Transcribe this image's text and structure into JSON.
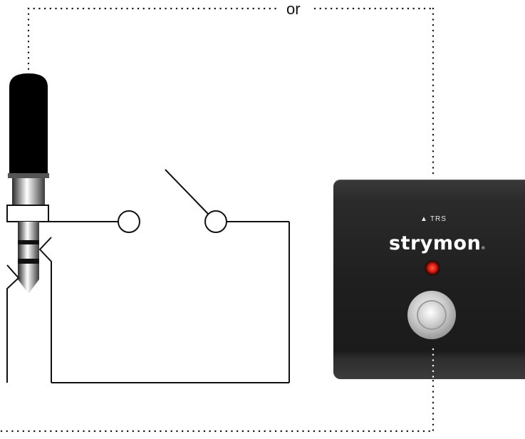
{
  "diagram": {
    "or_label": "or"
  },
  "pedal": {
    "trs_label": "TRS",
    "brand": "strymon",
    "brand_mark": "®",
    "led_color": "#e01a10",
    "body_color": "#1f1f1f"
  },
  "icons": {
    "trs_indicator": "triangle-up-icon",
    "plug": "trs-plug-icon",
    "switch": "spst-switch-icon",
    "footswitch": "footswitch-icon"
  }
}
